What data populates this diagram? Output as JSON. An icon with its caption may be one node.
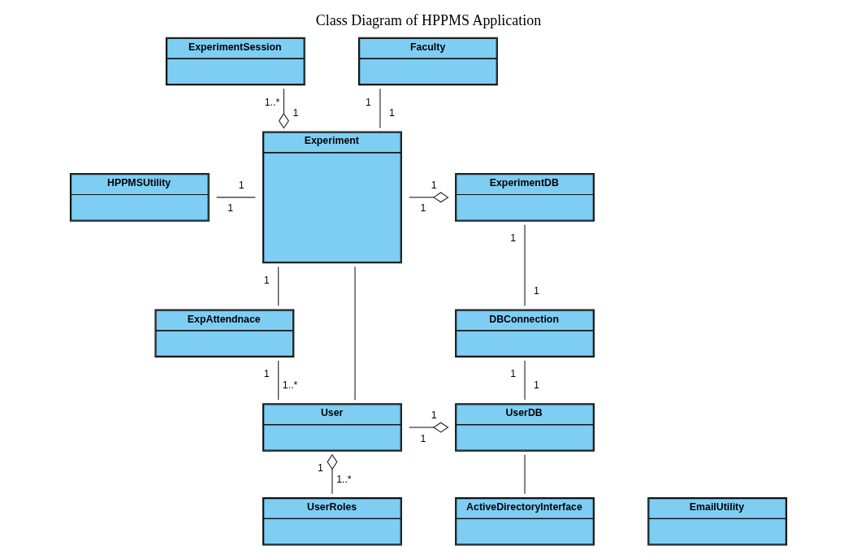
{
  "diagram": {
    "title": "Class Diagram of HPPMS Application",
    "nodes": [
      {
        "text": [
          "ExperimentSession"
        ]
      },
      {
        "text": [
          "Faculty"
        ]
      },
      {
        "text": [
          "Experiment"
        ]
      },
      {
        "text": [
          "HPPMSUtility"
        ]
      },
      {
        "text": [
          "ExperimentDB"
        ]
      },
      {
        "text": [
          "ExpAttendnace"
        ]
      },
      {
        "text": [
          "DBConnection"
        ]
      },
      {
        "text": [
          "User"
        ]
      },
      {
        "text": [
          "UserDB"
        ]
      },
      {
        "text": [
          "ActiveDirectoryInterface"
        ]
      },
      {
        "text": [
          "UserRoles"
        ]
      },
      {
        "text": [
          "EmailUtility"
        ]
      }
    ],
    "edges": [
      {
        "from": 0,
        "to": 2,
        "arrow": "other"
      },
      {
        "from": 1,
        "to": 2,
        "arrow": "none"
      },
      {
        "from": 3,
        "to": 2,
        "arrow": "none"
      },
      {
        "from": 2,
        "to": 4,
        "arrow": "other"
      },
      {
        "from": 5,
        "to": 2,
        "arrow": "none"
      },
      {
        "from": 5,
        "to": 7,
        "arrow": "none"
      },
      {
        "from": 4,
        "to": 6,
        "arrow": "none"
      },
      {
        "from": 2,
        "to": 7,
        "arrow": "none"
      },
      {
        "from": 7,
        "to": 8,
        "arrow": "other"
      },
      {
        "from": 6,
        "to": 8,
        "arrow": "none"
      },
      {
        "from": 8,
        "to": 9,
        "arrow": "none"
      },
      {
        "from": 10,
        "to": 7,
        "arrow": "other"
      }
    ],
    "labels": [
      "1..*",
      "1",
      "1",
      "1",
      "1",
      "1",
      "1",
      "1",
      "1",
      "1",
      "1..*",
      "1",
      "1",
      "1",
      "1",
      "1",
      "1",
      "1",
      "1..*"
    ]
  }
}
